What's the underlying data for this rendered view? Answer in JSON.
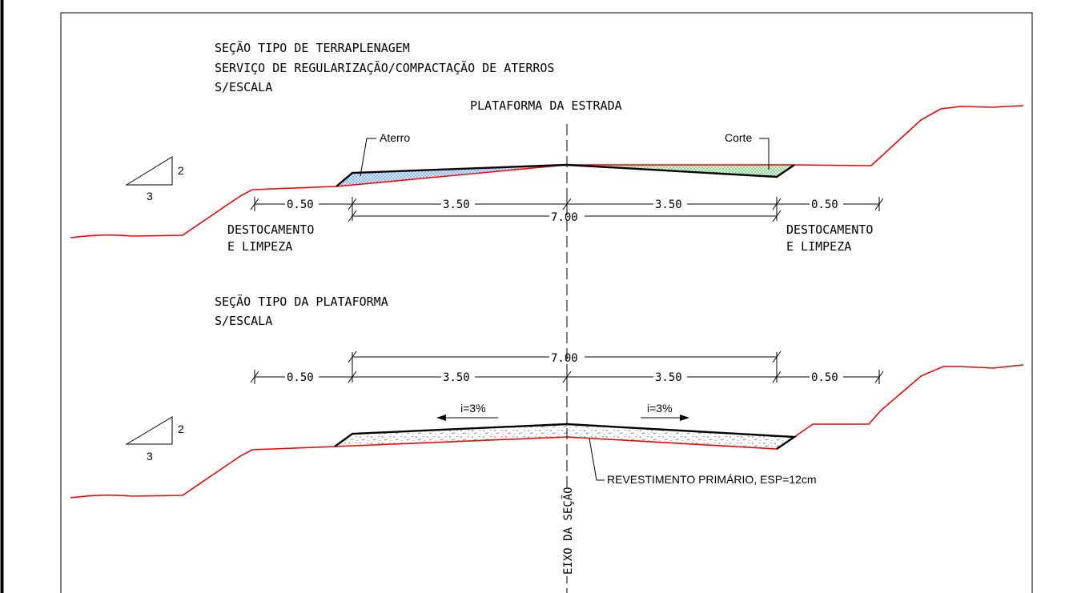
{
  "section1": {
    "title_line1": "SEÇÃO TIPO DE TERRAPLENAGEM",
    "title_line2": "SERVIÇO DE REGULARIZAÇÃO/COMPACTAÇÃO DE ATERROS",
    "scale": "S/ESCALA",
    "platform_label": "PLATAFORMA DA ESTRADA",
    "aterro_label": "Aterro",
    "corte_label": "Corte",
    "dims": {
      "left_shoulder": "0.50",
      "left_lane": "3.50",
      "right_lane": "3.50",
      "right_shoulder": "0.50",
      "total": "7.00"
    },
    "clearing_left_line1": "DESTOCAMENTO",
    "clearing_left_line2": "E LIMPEZA",
    "clearing_right_line1": "DESTOCAMENTO",
    "clearing_right_line2": "E LIMPEZA",
    "slope_rise": "2",
    "slope_run": "3"
  },
  "section2": {
    "title": "SEÇÃO TIPO DA PLATAFORMA",
    "scale": "S/ESCALA",
    "dims": {
      "total": "7.00",
      "left_shoulder": "0.50",
      "left_lane": "3.50",
      "right_lane": "3.50",
      "right_shoulder": "0.50"
    },
    "slope_left": "i=3%",
    "slope_right": "i=3%",
    "pavement_label": "REVESTIMENTO PRIMÁRIO, ESP=12cm",
    "axis_label": "EIXO DA SEÇÃO",
    "slope_rise": "2",
    "slope_run": "3"
  },
  "colors": {
    "ground_line": "#ff0000",
    "fill_hatch": "#4a90d9",
    "cut_hatch": "#2faa2f",
    "ink": "#000000"
  }
}
